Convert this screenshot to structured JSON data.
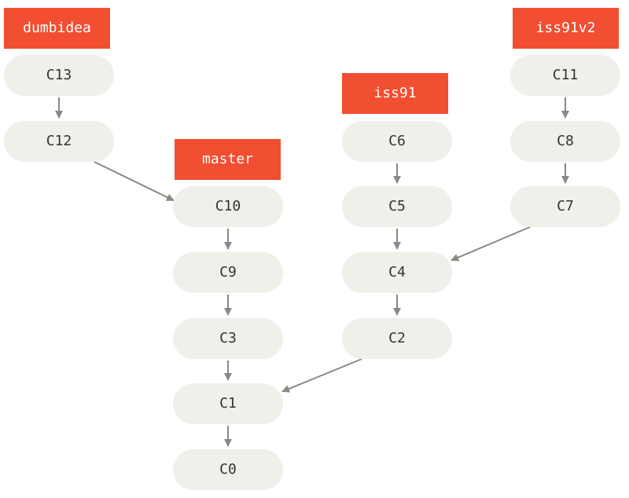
{
  "colors": {
    "branch_fill": "#f14e32",
    "branch_text": "#ffffff",
    "commit_fill": "#f0efea",
    "commit_text": "#333333",
    "arrow": "#8a8a82"
  },
  "branches": {
    "dumbidea": "dumbidea",
    "master": "master",
    "iss91": "iss91",
    "iss91v2": "iss91v2"
  },
  "commits": {
    "c0": "C0",
    "c1": "C1",
    "c2": "C2",
    "c3": "C3",
    "c4": "C4",
    "c5": "C5",
    "c6": "C6",
    "c7": "C7",
    "c8": "C8",
    "c9": "C9",
    "c10": "C10",
    "c11": "C11",
    "c12": "C12",
    "c13": "C13"
  },
  "edges": [
    {
      "from": "c13",
      "to": "c12"
    },
    {
      "from": "c12",
      "to": "c10"
    },
    {
      "from": "c10",
      "to": "c9"
    },
    {
      "from": "c9",
      "to": "c3"
    },
    {
      "from": "c3",
      "to": "c1"
    },
    {
      "from": "c1",
      "to": "c0"
    },
    {
      "from": "c6",
      "to": "c5"
    },
    {
      "from": "c5",
      "to": "c4"
    },
    {
      "from": "c4",
      "to": "c2"
    },
    {
      "from": "c2",
      "to": "c1"
    },
    {
      "from": "c11",
      "to": "c8"
    },
    {
      "from": "c8",
      "to": "c7"
    },
    {
      "from": "c7",
      "to": "c4"
    }
  ]
}
